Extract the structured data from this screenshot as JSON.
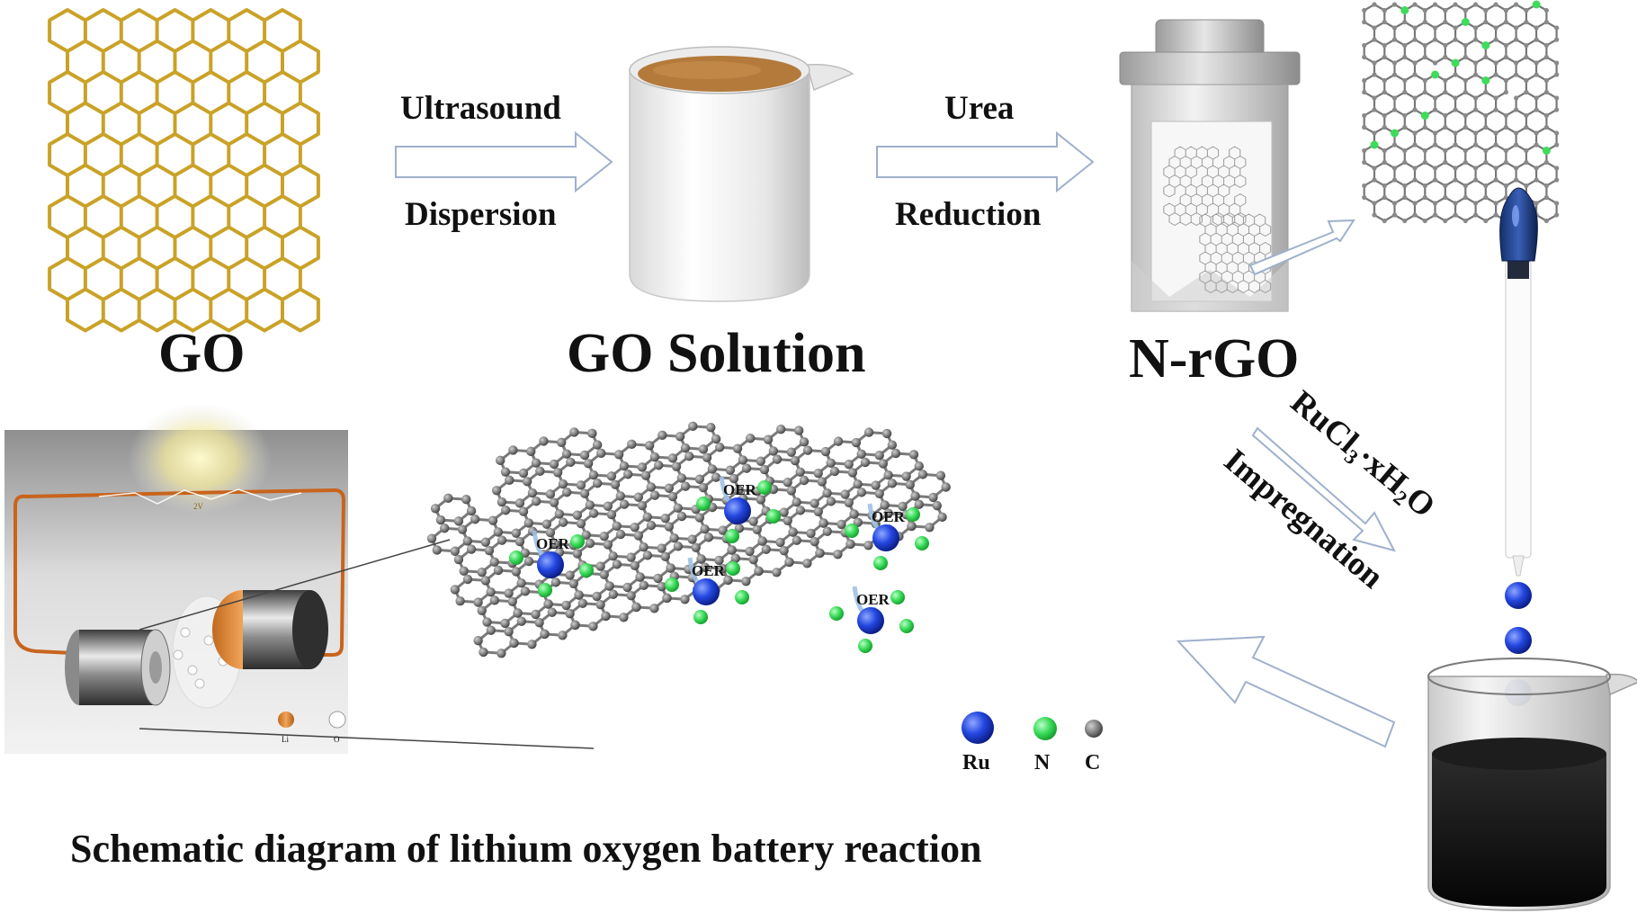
{
  "steps": {
    "ultrasound": "Ultrasound",
    "dispersion": "Dispersion",
    "urea": "Urea",
    "reduction": "Reduction",
    "impregnation": "Impregnation"
  },
  "products": {
    "go": "GO",
    "go_solution": "GO Solution",
    "n_rgo": "N-rGO"
  },
  "precursor": {
    "prefix": "RuCl",
    "sub1": "3",
    "mid": "·xH",
    "sub2": "2",
    "suffix": "O"
  },
  "site_label": "OER",
  "legend": {
    "ru": "Ru",
    "n": "N",
    "c": "C"
  },
  "battery_legend": {
    "li": "Li",
    "o": "O"
  },
  "caption": "Schematic diagram of lithium oxygen battery reaction",
  "colors": {
    "go_lattice": "#C9A227",
    "carbon": "#6e6e6e",
    "nitrogen": "#3ddc5a",
    "ruthenium": "#1f3fd1",
    "solution": "#b37a3c",
    "ink": "#111111"
  }
}
